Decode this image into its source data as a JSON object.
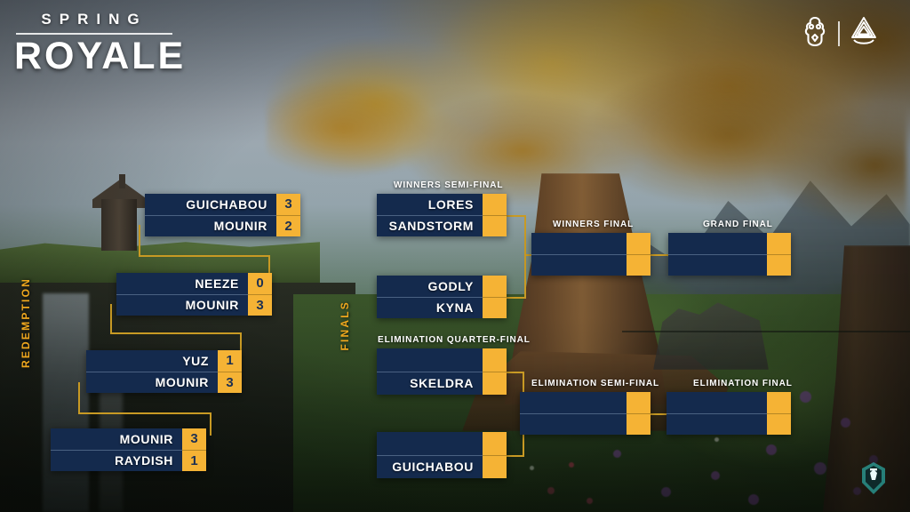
{
  "logo": {
    "line1": "SPRING",
    "line2": "ROYALE"
  },
  "brands": {
    "left_icon": "tournament-emblem-icon",
    "divider": "brand-divider",
    "right_icon": "valknut-icon"
  },
  "watermark": {
    "icon": "esports-watermark-icon"
  },
  "stages": {
    "redemption_label": "REDEMPTION",
    "finals_label": "FINALS"
  },
  "colors": {
    "gold": "#f5b335",
    "gold_text": "#f0a81e",
    "connector": "#c89a24",
    "match_bg": "#142a4d",
    "score_text": "#1d3052",
    "team_text": "#ffffff"
  },
  "redemption": {
    "matches": [
      {
        "id": "redemption-round-1",
        "teams": [
          {
            "name": "GUICHABOU",
            "score": "3"
          },
          {
            "name": "MOUNIR",
            "score": "2"
          }
        ]
      },
      {
        "id": "redemption-round-2",
        "teams": [
          {
            "name": "NEEZE",
            "score": "0"
          },
          {
            "name": "MOUNIR",
            "score": "3"
          }
        ]
      },
      {
        "id": "redemption-round-3",
        "teams": [
          {
            "name": "YUZ",
            "score": "1"
          },
          {
            "name": "MOUNIR",
            "score": "3"
          }
        ]
      },
      {
        "id": "redemption-round-4",
        "teams": [
          {
            "name": "MOUNIR",
            "score": "3"
          },
          {
            "name": "RAYDISH",
            "score": "1"
          }
        ]
      }
    ]
  },
  "finals": {
    "rounds": [
      {
        "id": "winners-semi-final",
        "header": "WINNERS SEMI-FINAL",
        "matches": [
          {
            "id": "winners-semi-final-1",
            "teams": [
              {
                "name": "LORES",
                "score": ""
              },
              {
                "name": "SANDSTORM",
                "score": ""
              }
            ]
          },
          {
            "id": "winners-semi-final-2",
            "teams": [
              {
                "name": "GODLY",
                "score": ""
              },
              {
                "name": "KYNA",
                "score": ""
              }
            ]
          }
        ]
      },
      {
        "id": "winners-final",
        "header": "WINNERS FINAL",
        "matches": [
          {
            "id": "winners-final-1",
            "teams": [
              {
                "name": "",
                "score": ""
              },
              {
                "name": "",
                "score": ""
              }
            ]
          }
        ]
      },
      {
        "id": "grand-final",
        "header": "GRAND FINAL",
        "matches": [
          {
            "id": "grand-final-1",
            "teams": [
              {
                "name": "",
                "score": ""
              },
              {
                "name": "",
                "score": ""
              }
            ]
          }
        ]
      },
      {
        "id": "elimination-quarter-final",
        "header": "ELIMINATION QUARTER-FINAL",
        "matches": [
          {
            "id": "elimination-quarter-final-1",
            "teams": [
              {
                "name": "",
                "score": ""
              },
              {
                "name": "SKELDRA",
                "score": ""
              }
            ]
          },
          {
            "id": "elimination-quarter-final-2",
            "teams": [
              {
                "name": "",
                "score": ""
              },
              {
                "name": "GUICHABOU",
                "score": ""
              }
            ]
          }
        ]
      },
      {
        "id": "elimination-semi-final",
        "header": "ELIMINATION SEMI-FINAL",
        "matches": [
          {
            "id": "elimination-semi-final-1",
            "teams": [
              {
                "name": "",
                "score": ""
              },
              {
                "name": "",
                "score": ""
              }
            ]
          }
        ]
      },
      {
        "id": "elimination-final",
        "header": "ELIMINATION FINAL",
        "matches": [
          {
            "id": "elimination-final-1",
            "teams": [
              {
                "name": "",
                "score": ""
              },
              {
                "name": "",
                "score": ""
              }
            ]
          }
        ]
      }
    ]
  }
}
